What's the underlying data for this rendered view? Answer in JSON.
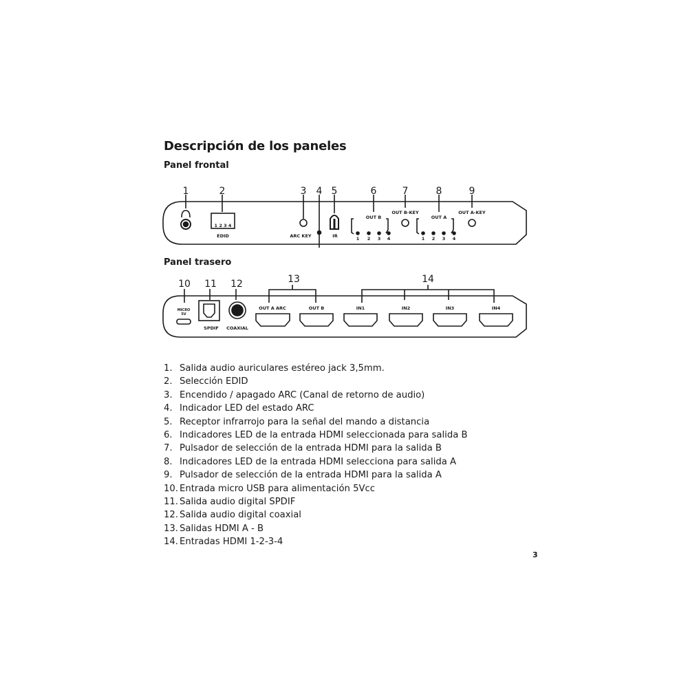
{
  "title": "Descripción de los paneles",
  "front": {
    "heading": "Panel frontal",
    "callouts": [
      "1",
      "2",
      "3",
      "4",
      "5",
      "6",
      "7",
      "8",
      "9"
    ],
    "labels": {
      "edid": "EDID",
      "edid_nums": "1 2 3 4",
      "arc_key": "ARC KEY",
      "ir": "IR",
      "out_b": "OUT B",
      "out_b_key": "OUT B-KEY",
      "out_a": "OUT A",
      "out_a_key": "OUT A-KEY",
      "led_nums": [
        "1",
        "2",
        "3",
        "4"
      ]
    }
  },
  "rear": {
    "heading": "Panel trasero",
    "callouts": [
      "10",
      "11",
      "12",
      "13",
      "14"
    ],
    "labels": {
      "micro": "MICRO",
      "micro2": "5V",
      "spdif": "SPDIF",
      "coaxial": "COAXIAL",
      "ports": [
        "OUT A ARC",
        "OUT B",
        "IN1",
        "IN2",
        "IN3",
        "IN4"
      ]
    }
  },
  "items": [
    {
      "n": "1.",
      "text": "Salida audio auriculares estéreo jack 3,5mm."
    },
    {
      "n": "2.",
      "text": "Selección EDID"
    },
    {
      "n": "3.",
      "text": "Encendido / apagado ARC (Canal de retorno de audio)"
    },
    {
      "n": "4.",
      "text": "Indicador LED del estado ARC"
    },
    {
      "n": "5.",
      "text": "Receptor infrarrojo para la señal del mando a distancia"
    },
    {
      "n": "6.",
      "text": "Indicadores LED de la entrada HDMI seleccionada para salida B"
    },
    {
      "n": "7.",
      "text": "Pulsador de selección de la entrada HDMI para la salida B"
    },
    {
      "n": "8.",
      "text": "Indicadores LED de la entrada HDMI selecciona para salida A"
    },
    {
      "n": "9.",
      "text": "Pulsador de selección de la entrada HDMI para la salida A"
    },
    {
      "n": "10.",
      "text": "Entrada micro USB para alimentación 5Vcc"
    },
    {
      "n": "11.",
      "text": "Salida audio digital SPDIF"
    },
    {
      "n": "12.",
      "text": "Salida audio digital coaxial"
    },
    {
      "n": "13.",
      "text": "Salidas HDMI A - B"
    },
    {
      "n": "14.",
      "text": "Entradas HDMI 1-2-3-4"
    }
  ],
  "page_number": "3"
}
